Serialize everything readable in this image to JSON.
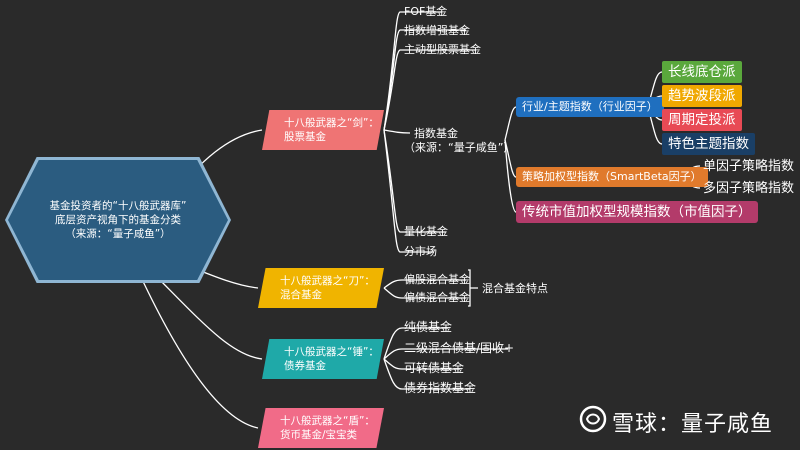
{
  "root": {
    "lines": [
      "基金投资者的“十八般武器库”",
      "底层资产视角下的基金分类",
      "（来源：“量子咸鱼”）"
    ]
  },
  "branches": {
    "sword": {
      "label": "十八般武器之“剑”：",
      "sub": "股票基金",
      "color": "#ef7474"
    },
    "knife": {
      "label": "十八般武器之“刀”：",
      "sub": "混合基金",
      "color": "#f0b400"
    },
    "hammer": {
      "label": "十八般武器之“锤”：",
      "sub": "债券基金",
      "color": "#1fa9a8"
    },
    "shield": {
      "label": "十八般武器之“盾”：",
      "sub": "货币基金/宝宝类",
      "color": "#f16b88"
    }
  },
  "stock_children": {
    "fof": "FOF基金",
    "enhanced": "指数增强基金",
    "active": "主动型股票基金",
    "index_title": "指数基金",
    "index_source": "（来源：“量子咸鱼”）",
    "quant": "量化基金",
    "tiered": "分市场"
  },
  "index_children": {
    "industry": "行业/主题指数（行业因子）",
    "strategy": "策略加权型指数（SmartBeta因子）",
    "cap": "传统市值加权型规模指数（市值因子）"
  },
  "industry_tags": [
    "长线底仓派",
    "趋势波段派",
    "周期定投派",
    "特色主题指数"
  ],
  "strategy_children": [
    "单因子策略指数",
    "多因子策略指数"
  ],
  "mixed_children": [
    "偏股混合基金",
    "偏债混合基金"
  ],
  "mixed_note": "混合基金特点",
  "bond_children": [
    "纯债基金",
    "二级混合债基/固收+",
    "可转债基金",
    "债券指数基金"
  ],
  "watermark": "雪球：量子咸鱼",
  "colors": {
    "background": "#2a2a2a",
    "root": "#2b5c80",
    "line": "#ffffff"
  }
}
